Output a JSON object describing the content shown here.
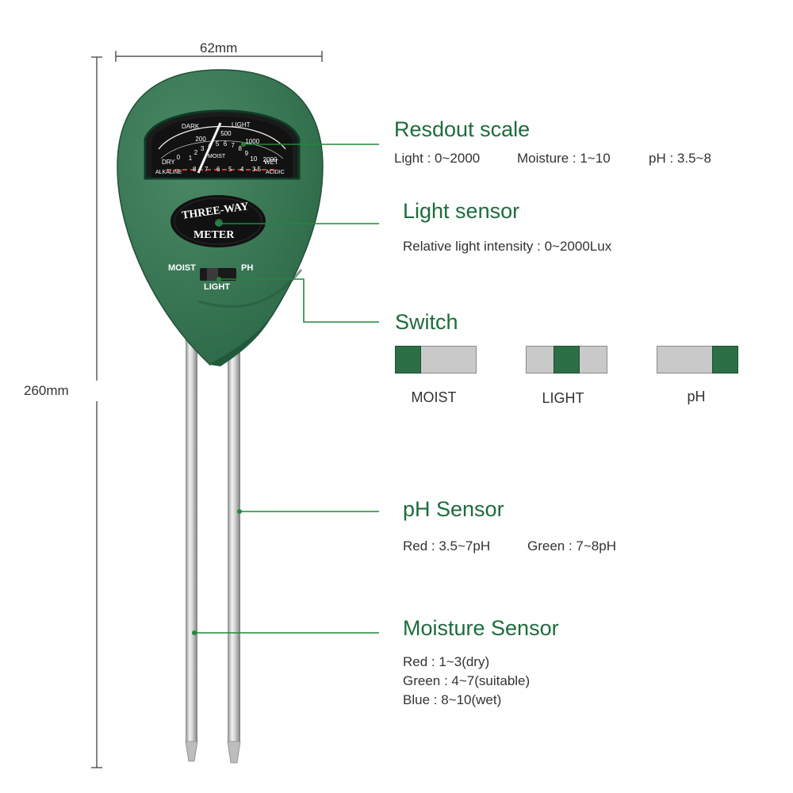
{
  "dimensions": {
    "width_label": "62mm",
    "height_label": "260mm"
  },
  "meter": {
    "dial": {
      "dark": "DARK",
      "light": "LIGHT",
      "light_ticks": [
        "0",
        "200",
        "500",
        "1000",
        "2000"
      ],
      "dry": "DRY",
      "wet": "WET",
      "moist": "MOIST",
      "moist_ticks": [
        "1",
        "2",
        "3",
        "4",
        "5",
        "6",
        "7",
        "8",
        "9",
        "10"
      ],
      "alkaline": "ALKALINE",
      "acidic": "ACIDIC",
      "ph_ticks": [
        "8",
        "7",
        "6",
        "5",
        "4",
        "3.5"
      ]
    },
    "badge_top": "THREE-WAY",
    "badge_bottom": "METER",
    "switch_moist": "MOIST",
    "switch_ph": "PH",
    "switch_light": "LIGHT"
  },
  "sections": {
    "readout": {
      "title": "Resdout scale",
      "light": "Light : 0~2000",
      "moisture": "Moisture : 1~10",
      "ph": "pH : 3.5~8"
    },
    "light_sensor": {
      "title": "Light sensor",
      "desc": "Relative light intensity : 0~2000Lux"
    },
    "switch": {
      "title": "Switch",
      "positions": [
        {
          "label": "MOIST",
          "knob": "left"
        },
        {
          "label": "LIGHT",
          "knob": "center"
        },
        {
          "label": "pH",
          "knob": "right"
        }
      ]
    },
    "ph_sensor": {
      "title": "pH Sensor",
      "red": "Red : 3.5~7pH",
      "green": "Green : 7~8pH"
    },
    "moisture_sensor": {
      "title": "Moisture Sensor",
      "lines": [
        "Red : 1~3(dry)",
        "Green : 4~7(suitable)",
        "Blue : 8~10(wet)"
      ]
    }
  },
  "colors": {
    "heading_green": "#1e6b3d",
    "body_green": "#3e7d5a",
    "callout_green": "#1e8a3a"
  }
}
